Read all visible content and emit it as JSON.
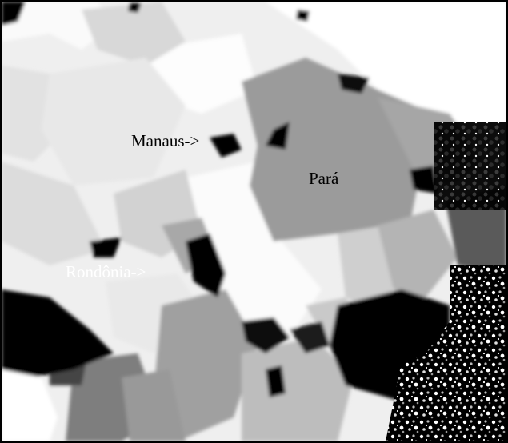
{
  "labels": {
    "manaus": "Manaus->",
    "para": "Pará",
    "rondonia": "Rondônia->"
  },
  "colors": {
    "background": "#ffffff",
    "light_gray": "#e6e6e6",
    "mid_gray": "#9a9a9a",
    "dark_gray": "#555555",
    "black": "#000000"
  }
}
